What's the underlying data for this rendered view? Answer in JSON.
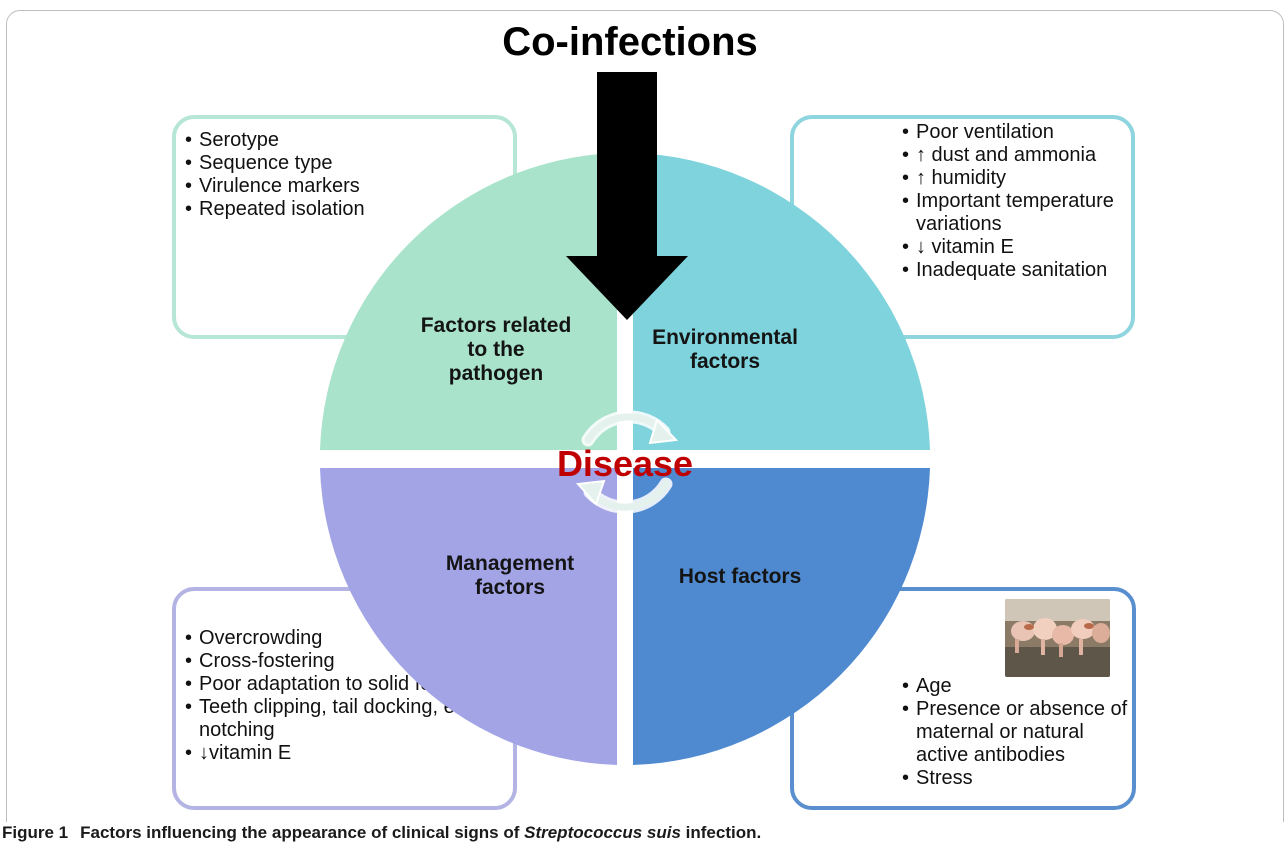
{
  "title": "Co-infections",
  "center_label": "Disease",
  "quadrants": {
    "top_left": {
      "label": "Factors related\nto the\npathogen",
      "color": "#a9e3cc"
    },
    "top_right": {
      "label": "Environmental\nfactors",
      "color": "#7ed3dc"
    },
    "bottom_left": {
      "label": "Management\nfactors",
      "color": "#a2a4e6"
    },
    "bottom_right": {
      "label": "Host factors",
      "color": "#4f8ad0"
    }
  },
  "boxes": {
    "pathogen": {
      "items": [
        "Serotype",
        "Sequence type",
        "Virulence markers",
        "Repeated isolation"
      ]
    },
    "environmental": {
      "items": [
        "Poor ventilation",
        "↑ dust and ammonia",
        "↑ humidity",
        "Important temperature variations",
        "↓ vitamin E",
        "Inadequate sanitation"
      ]
    },
    "management": {
      "items": [
        "Overcrowding",
        "Cross-fostering",
        "Poor adaptation to solid feed",
        "Teeth clipping, tail docking, ear notching",
        "↓vitamin E"
      ]
    },
    "host": {
      "items": [
        "Age",
        "Presence or absence of maternal or natural active antibodies",
        "Stress"
      ],
      "photo_icon": "piglets-photo"
    }
  },
  "caption": {
    "label": "Figure 1",
    "text_before": "Factors influencing the appearance of clinical signs of ",
    "italic": "Streptococcus suis",
    "text_after": " infection."
  }
}
